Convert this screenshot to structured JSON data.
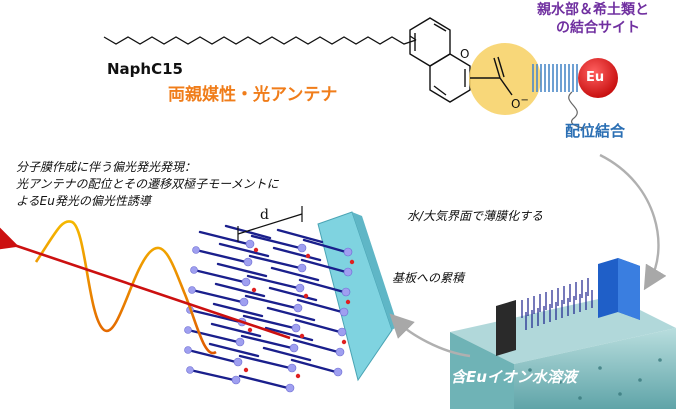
{
  "labels": {
    "compound_name": "NaphC15",
    "compound_description": "両親媒性・光アンテナ",
    "hydrophilic_site_line1": "親水部＆希土類と",
    "hydrophilic_site_line2": "の結合サイト",
    "eu_ion": "Eu",
    "coordination_bond": "配位結合",
    "carboxylate_o_double": "O",
    "carboxylate_o_minus": "O",
    "carboxylate_charge": "−",
    "description_line1": "分子膜作成に伴う偏光発光発現：",
    "description_line2": "光アンテナの配位とその遷移双極子モーメントに",
    "description_line3": "よるEu発光の偏光性誘導",
    "water_air_interface": "水/大気界面で薄膜化する",
    "substrate_accumulation": "基板への累積",
    "eu_solution": "含Euイオン水溶液",
    "layer_spacing": "d"
  },
  "colors": {
    "orange_text": "#f07d1a",
    "purple_text": "#7030a0",
    "blue_text": "#2b6fb4",
    "eu_red": "#e02020",
    "headgroup_yellow": "#f7d36a",
    "substrate_cyan": "#7fd3e0",
    "chain_navy": "#1a1f8c",
    "bead_lavender": "#9f9ff0",
    "trough_teal": "#8fc7c9"
  },
  "icons": {
    "polarized_wave": "polarized-light-wave-icon",
    "curved_arrow": "curved-arrow-icon"
  }
}
